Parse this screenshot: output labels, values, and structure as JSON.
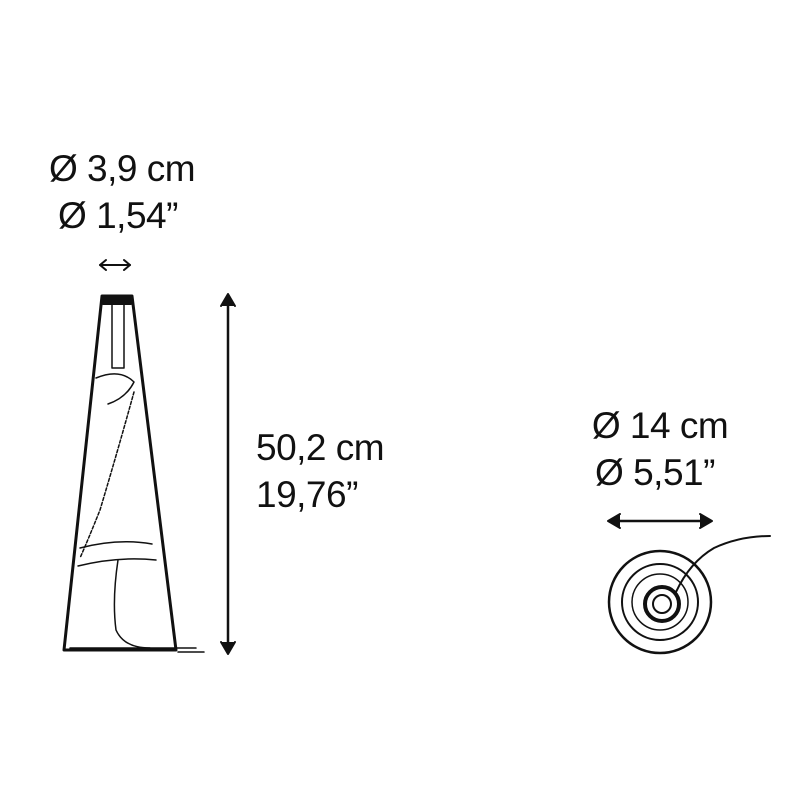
{
  "top_diameter": {
    "metric": "Ø 3,9 cm",
    "imperial": "Ø 1,54”"
  },
  "height": {
    "metric": "50,2 cm",
    "imperial": "19,76”"
  },
  "base_diameter": {
    "metric": "Ø 14 cm",
    "imperial": "Ø 5,51”"
  },
  "colors": {
    "line": "#111111",
    "background": "#ffffff"
  }
}
